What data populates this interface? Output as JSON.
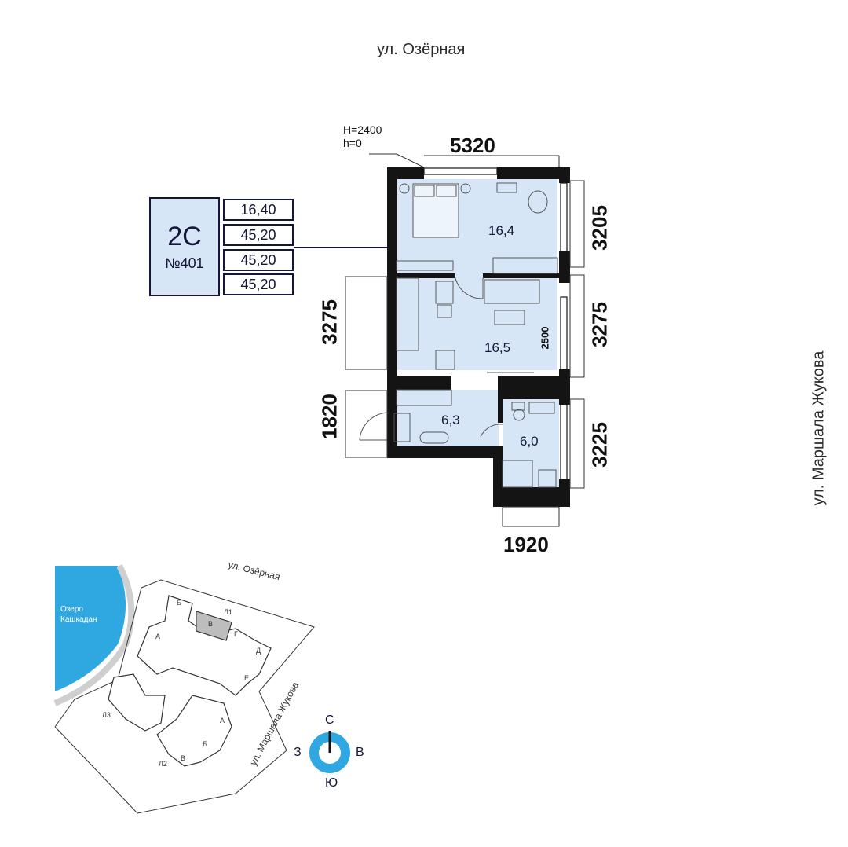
{
  "streets": {
    "top": "ул. Озёрная",
    "right": "ул. Маршала Жукова"
  },
  "apartment": {
    "type": "2С",
    "number": "№401",
    "areas": [
      "16,40",
      "45,20",
      "45,20",
      "45,20"
    ]
  },
  "heights": {
    "ceiling": "H=2400",
    "floor": "h=0"
  },
  "dimensions": {
    "top": "5320",
    "bottom": "1920",
    "right_upper": "3205",
    "right_middle": "3275",
    "right_lower": "3225",
    "left_middle": "3275",
    "left_lower": "1820",
    "inner_wall": "2500"
  },
  "rooms": {
    "bedroom": "16,4",
    "living_kitchen": "16,5",
    "hall": "6,3",
    "bathroom": "6,0"
  },
  "siteplan": {
    "street_top": "ул. Озёрная",
    "street_side": "ул. Маршала Жукова",
    "lake": [
      "Озеро",
      "Кашкадан"
    ],
    "labels": [
      "Б",
      "Л1",
      "В",
      "Г",
      "Д",
      "Е",
      "А",
      "Л3",
      "Л2",
      "А",
      "Б",
      "В"
    ]
  },
  "compass": {
    "n": "С",
    "s": "Ю",
    "w": "З",
    "e": "В"
  },
  "colors": {
    "wall": "#141414",
    "room_fill": "#d6e6f6",
    "accent_blue": "#2fa7e0",
    "ink": "#14163a"
  }
}
